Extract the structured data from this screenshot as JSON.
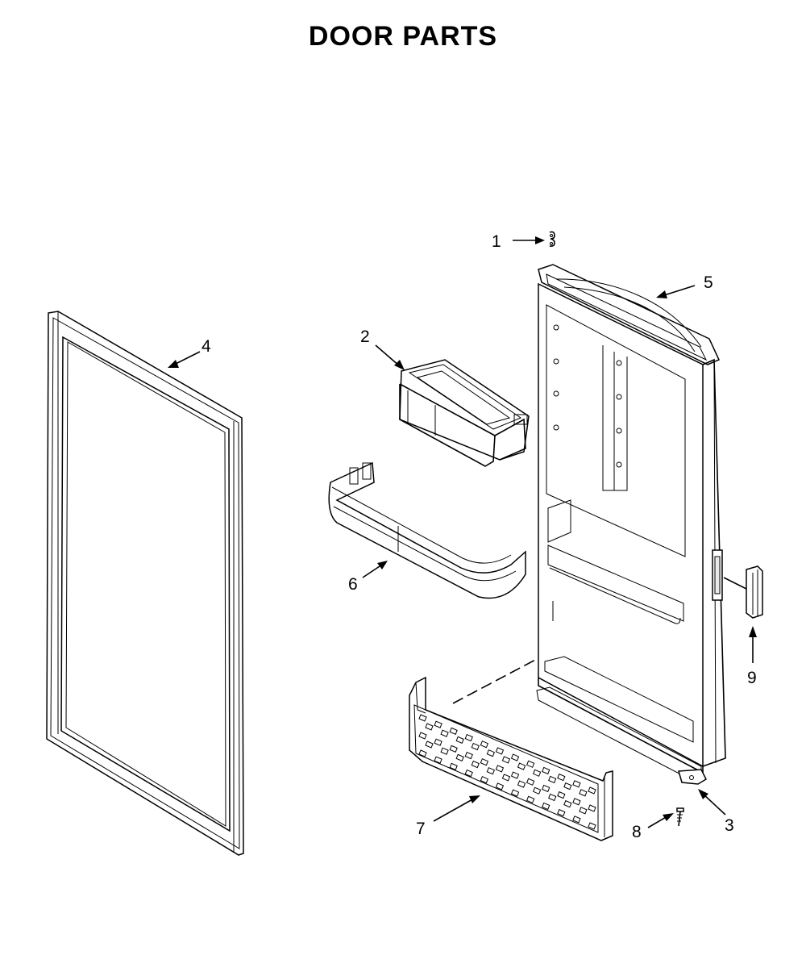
{
  "title": "DOOR PARTS",
  "callouts": [
    {
      "number": "1",
      "part": "clip"
    },
    {
      "number": "2",
      "part": "bin"
    },
    {
      "number": "3",
      "part": "bottom-hinge"
    },
    {
      "number": "4",
      "part": "door-gasket"
    },
    {
      "number": "5",
      "part": "door-liner"
    },
    {
      "number": "6",
      "part": "door-shelf"
    },
    {
      "number": "7",
      "part": "kick-plate"
    },
    {
      "number": "8",
      "part": "screw"
    },
    {
      "number": "9",
      "part": "handle"
    }
  ],
  "colors": {
    "ink": "#000000",
    "paper": "#ffffff",
    "shade": "#e9e9e9"
  }
}
